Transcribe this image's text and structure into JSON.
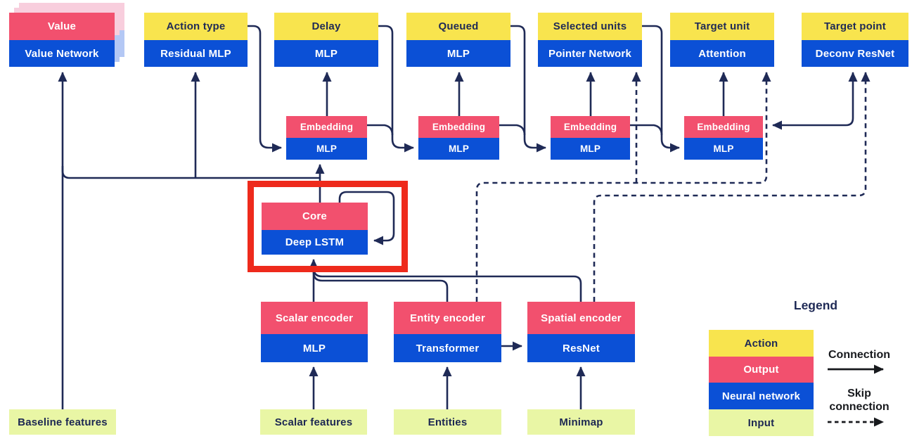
{
  "diagram": {
    "heads": [
      {
        "top": "Value",
        "bottom": "Value Network"
      },
      {
        "top": "Action type",
        "bottom": "Residual MLP"
      },
      {
        "top": "Delay",
        "bottom": "MLP"
      },
      {
        "top": "Queued",
        "bottom": "MLP"
      },
      {
        "top": "Selected units",
        "bottom": "Pointer Network"
      },
      {
        "top": "Target unit",
        "bottom": "Attention"
      },
      {
        "top": "Target point",
        "bottom": "Deconv ResNet"
      }
    ],
    "embeddings": [
      {
        "top": "Embedding",
        "bottom": "MLP"
      },
      {
        "top": "Embedding",
        "bottom": "MLP"
      },
      {
        "top": "Embedding",
        "bottom": "MLP"
      },
      {
        "top": "Embedding",
        "bottom": "MLP"
      }
    ],
    "core": {
      "top": "Core",
      "bottom": "Deep LSTM"
    },
    "encoders": [
      {
        "top": "Scalar encoder",
        "bottom": "MLP"
      },
      {
        "top": "Entity encoder",
        "bottom": "Transformer"
      },
      {
        "top": "Spatial encoder",
        "bottom": "ResNet"
      }
    ],
    "inputs": [
      "Baseline features",
      "Scalar features",
      "Entities",
      "Minimap"
    ],
    "legend": {
      "title": "Legend",
      "rows": [
        "Action",
        "Output",
        "Neural network",
        "Input"
      ],
      "connection_label": "Connection",
      "skip_label": "Skip connection"
    },
    "colors": {
      "action_yellow": "#f8e44e",
      "output_pink": "#f2506e",
      "network_blue": "#0b50d6",
      "input_green": "#e9f6a5",
      "line_navy": "#1f2a56",
      "highlight_red": "#ee2a1c",
      "stack_light_pink": "#f8cedd",
      "stack_light_blue": "#b4c8f5"
    }
  }
}
